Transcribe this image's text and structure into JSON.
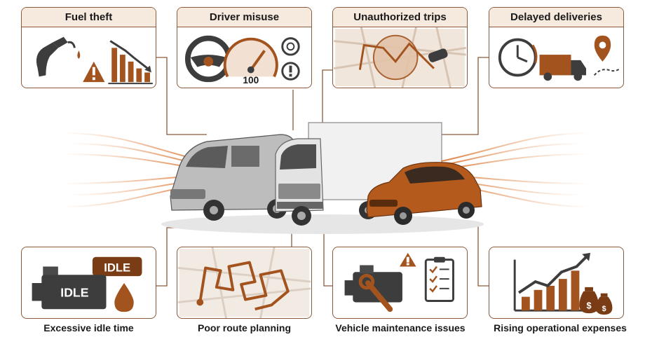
{
  "top_cards": [
    {
      "title": "Fuel theft",
      "icon": "fuel-theft-icon"
    },
    {
      "title": "Driver misuse",
      "icon": "steering-speedometer-icon",
      "speed_value": "100"
    },
    {
      "title": "Unauthorized trips",
      "icon": "map-route-icon"
    },
    {
      "title": "Delayed deliveries",
      "icon": "clock-truck-icon"
    }
  ],
  "bottom_cards": [
    {
      "title": "Excessive idle time",
      "icon": "idle-engine-icon",
      "idle_tag": "IDLE",
      "idle_engine": "IDLE"
    },
    {
      "title": "Poor route planning",
      "icon": "tangled-route-icon"
    },
    {
      "title": "Vehicle maintenance issues",
      "icon": "engine-wrench-checklist-icon"
    },
    {
      "title": "Rising operational expenses",
      "icon": "rising-chart-money-icon"
    }
  ],
  "colors": {
    "accent": "#a2531e",
    "border": "#8a5a3b",
    "title_bg": "#f6e9de",
    "dark": "#3d3d3d"
  }
}
